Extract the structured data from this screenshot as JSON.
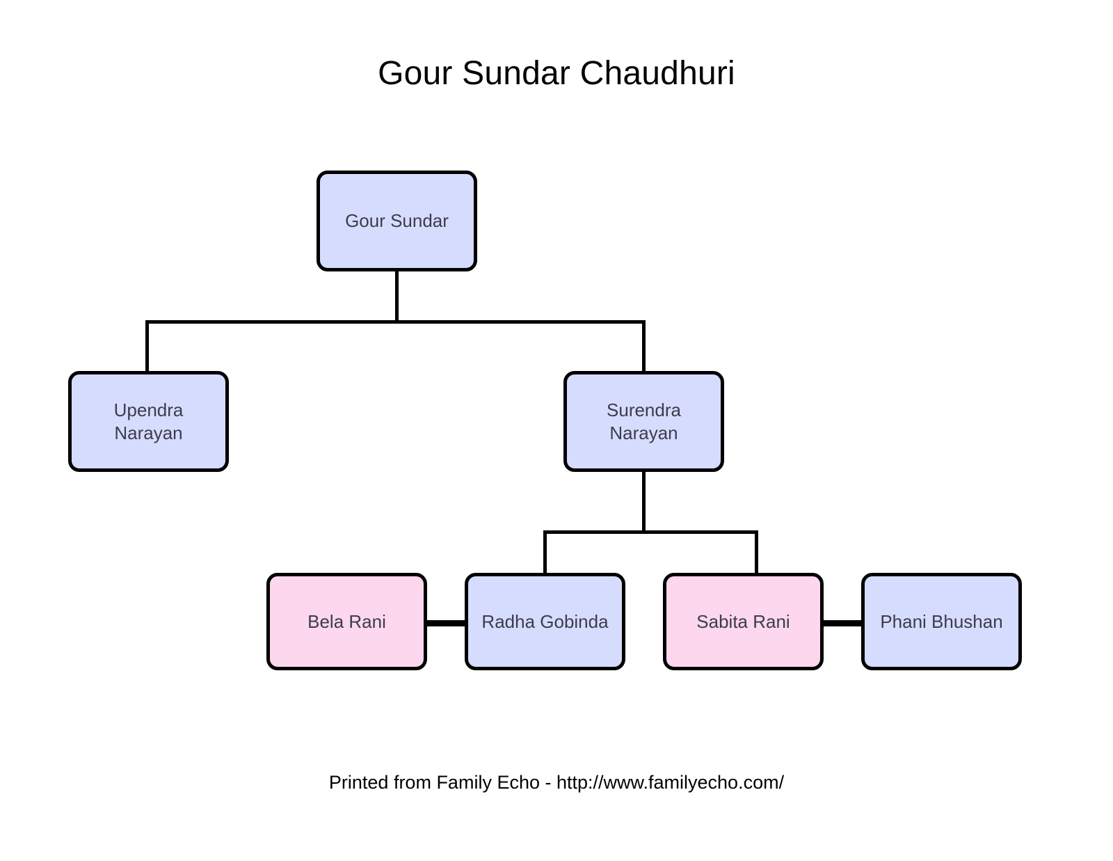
{
  "title": "Gour Sundar Chaudhuri",
  "footer": "Printed from Family Echo - http://www.familyecho.com/",
  "colors": {
    "male_fill": "#d6dcfd",
    "female_fill": "#fdd7ee",
    "border": "#000000",
    "label_text": "#3c3c4c",
    "background": "#ffffff"
  },
  "chart_data": {
    "type": "diagram",
    "diagram_kind": "family-tree",
    "title": "Gour Sundar Chaudhuri",
    "generations": 3,
    "nodes": [
      {
        "id": "gour-sundar",
        "label": "Gour Sundar",
        "sex": "male",
        "generation": 1
      },
      {
        "id": "upendra",
        "label": "Upendra Narayan",
        "sex": "male",
        "generation": 2
      },
      {
        "id": "surendra",
        "label": "Surendra Narayan",
        "sex": "male",
        "generation": 2
      },
      {
        "id": "bela-rani",
        "label": "Bela Rani",
        "sex": "female",
        "generation": 3
      },
      {
        "id": "radha-gobinda",
        "label": "Radha Gobinda",
        "sex": "male",
        "generation": 3
      },
      {
        "id": "sabita-rani",
        "label": "Sabita Rani",
        "sex": "female",
        "generation": 3
      },
      {
        "id": "phani-bhushan",
        "label": "Phani Bhushan",
        "sex": "male",
        "generation": 3
      }
    ],
    "parent_child_edges": [
      {
        "parent": "gour-sundar",
        "child": "upendra"
      },
      {
        "parent": "gour-sundar",
        "child": "surendra"
      },
      {
        "parent": "surendra",
        "child": "radha-gobinda"
      },
      {
        "parent": "surendra",
        "child": "sabita-rani"
      }
    ],
    "spouse_edges": [
      {
        "a": "bela-rani",
        "b": "radha-gobinda"
      },
      {
        "a": "sabita-rani",
        "b": "phani-bhushan"
      }
    ]
  },
  "nodes": {
    "gour_sundar": {
      "label": "Gour Sundar"
    },
    "upendra": {
      "line1": "Upendra",
      "line2": "Narayan"
    },
    "surendra": {
      "line1": "Surendra",
      "line2": "Narayan"
    },
    "bela_rani": {
      "label": "Bela Rani"
    },
    "radha_gobinda": {
      "label": "Radha Gobinda"
    },
    "sabita_rani": {
      "label": "Sabita Rani"
    },
    "phani_bhushan": {
      "label": "Phani Bhushan"
    }
  }
}
